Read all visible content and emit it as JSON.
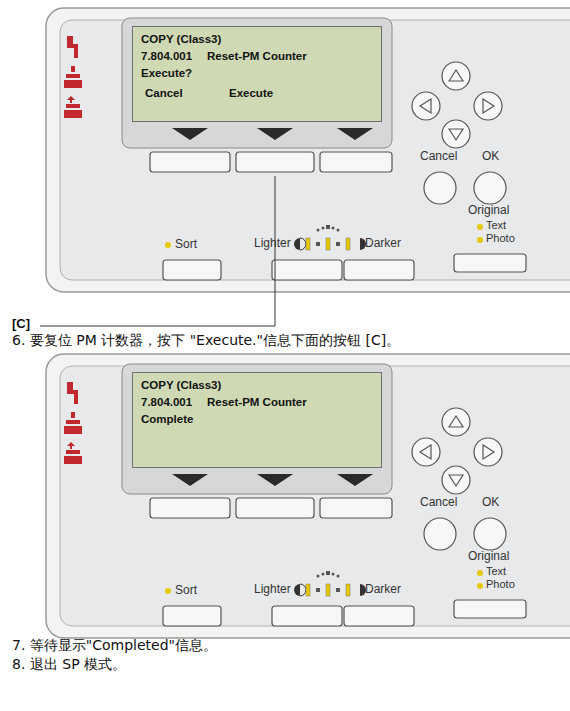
{
  "diagram": {
    "nodes": [
      {
        "text": [
          "COPY (Class3)",
          "7.804.001",
          "Reset-PM Counter",
          "Execute?",
          "Cancel",
          "Execute"
        ]
      },
      {
        "text": [
          "COPY (Class3)",
          "7.804.001",
          "Reset-PM Counter",
          "Complete"
        ]
      }
    ],
    "labels": [
      "Cancel",
      "OK",
      "Original",
      "Text",
      "Photo",
      "Sort",
      "Lighter",
      "Darker",
      "[C]",
      "6. 要复位 PM 计数器，按下 \"Execute.\"信息下面的按钮 [C]。",
      "Cancel",
      "OK",
      "Original",
      "Text",
      "Photo",
      "Sort",
      "Lighter",
      "Darker",
      "7. 等待显示\"Completed\"信息。",
      "8. 退出 SP 模式。"
    ]
  }
}
